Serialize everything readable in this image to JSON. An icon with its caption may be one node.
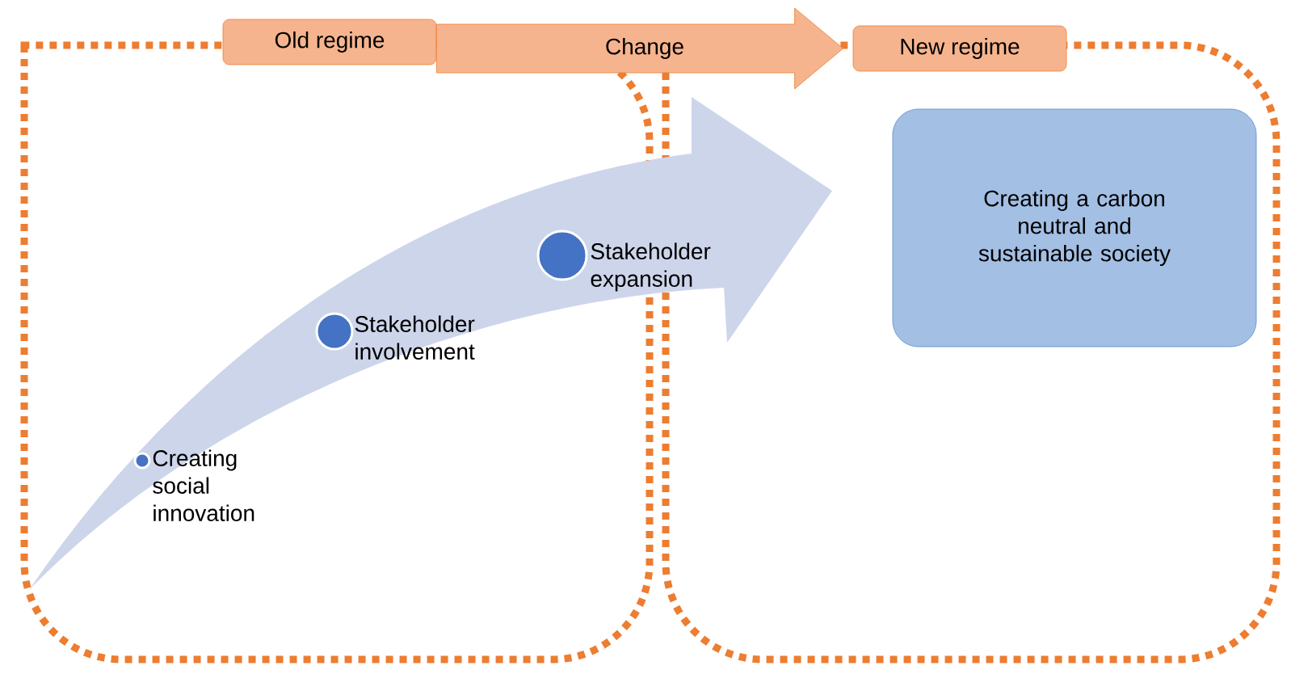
{
  "diagram": {
    "nodes": [
      {
        "text": [
          "Old regime"
        ]
      },
      {
        "text": [
          "New regime"
        ]
      },
      {
        "text": [
          "Creating a carbon neutral and sustainable society"
        ]
      },
      {
        "text": [],
        "shape": "circle",
        "beside": [
          "Creating social innovation"
        ]
      },
      {
        "text": [],
        "shape": "circle",
        "beside": [
          "Stakeholder involvement"
        ]
      },
      {
        "text": [],
        "shape": "circle",
        "beside": [
          "Stakeholder expansion"
        ]
      }
    ],
    "edges": [
      {
        "from": 0,
        "to": 1,
        "arrow": "to",
        "label": "Change",
        "style": "thick"
      }
    ]
  }
}
